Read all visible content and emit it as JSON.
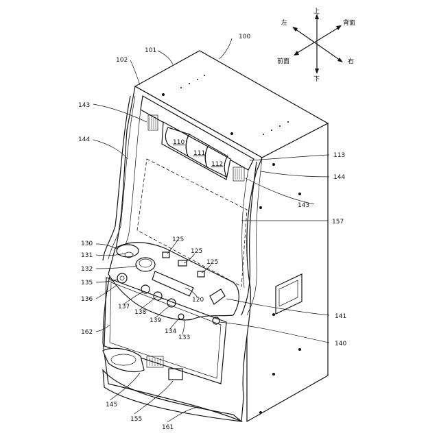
{
  "directions": {
    "up": "上",
    "down": "下",
    "left": "左",
    "right": "右",
    "back": "背面",
    "front": "前面"
  },
  "reference_labels": {
    "r100": "100",
    "r101": "101",
    "r102": "102",
    "r110": "110",
    "r111": "111",
    "r112": "112",
    "r113": "113",
    "r120": "120",
    "r125a": "125",
    "r125b": "125",
    "r125c": "125",
    "r130": "130",
    "r131": "131",
    "r132": "132",
    "r133": "133",
    "r134": "134",
    "r135": "135",
    "r136": "136",
    "r137": "137",
    "r138": "138",
    "r139": "139",
    "r140": "140",
    "r141": "141",
    "r143a": "143",
    "r143b": "143",
    "r144a": "144",
    "r144b": "144",
    "r145": "145",
    "r155": "155",
    "r157": "157",
    "r161": "161",
    "r162": "162"
  }
}
